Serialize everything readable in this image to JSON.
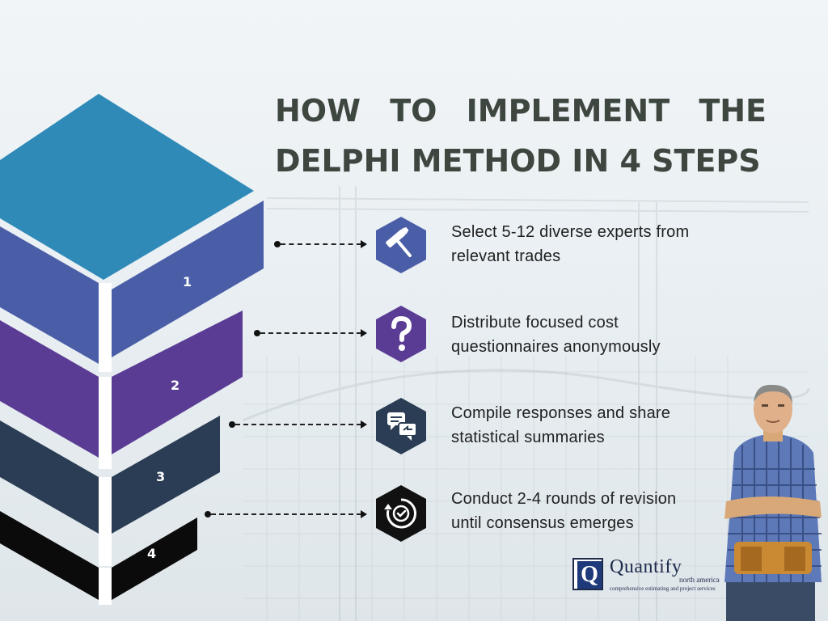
{
  "title": {
    "line1": "HOW TO IMPLEMENT THE",
    "line2": "DELPHI METHOD IN 4 STEPS"
  },
  "steps": [
    {
      "number": "1",
      "text_line1": "Select 5-12 diverse experts from",
      "text_line2": "relevant trades",
      "icon": "hammer-icon",
      "color": "#4a5ea8",
      "icon_color": "#4a5ea8"
    },
    {
      "number": "2",
      "text_line1": "Distribute focused cost",
      "text_line2": "questionnaires anonymously",
      "icon": "question-icon",
      "color": "#5b3c94",
      "icon_color": "#5b3c94"
    },
    {
      "number": "3",
      "text_line1": "Compile responses and share",
      "text_line2": "statistical summaries",
      "icon": "chat-bubbles-icon",
      "color": "#2b3d54",
      "icon_color": "#2b3d54"
    },
    {
      "number": "4",
      "text_line1": "Conduct 2-4 rounds of revision",
      "text_line2": "until consensus emerges",
      "icon": "refresh-check-icon",
      "color": "#0b0b0b",
      "icon_color": "#111111"
    }
  ],
  "top_face_color": "#2f8ab8",
  "logo": {
    "letter": "Q",
    "name": "Quantify",
    "subtitle": "north america",
    "tagline": "comprehensive estimating and project services"
  }
}
